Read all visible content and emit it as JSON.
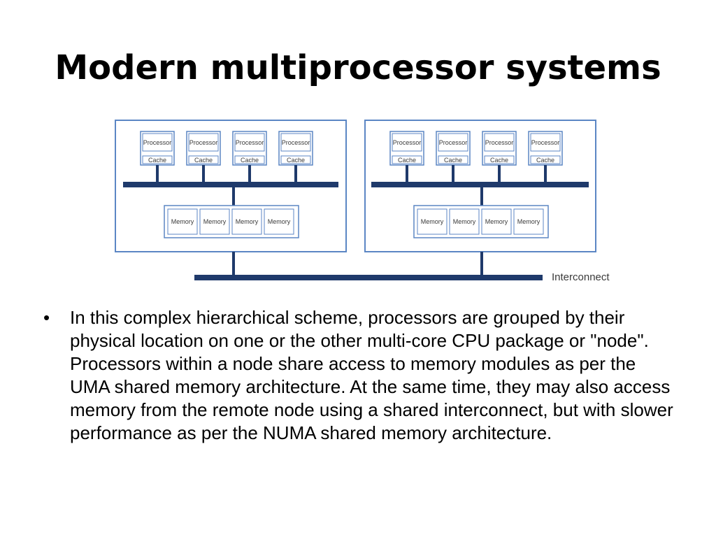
{
  "slide": {
    "title": "Modern multiprocessor systems",
    "bullets": [
      "In this complex hierarchical scheme, processors are grouped by their physical location on one or the other multi-core CPU package or \"node\". Processors within a node share access to memory modules as per the UMA shared memory architecture. At the same time, they may also access memory from the remote node using a shared interconnect, but with slower performance as per the NUMA shared memory architecture."
    ],
    "bullet_glyph": "•"
  },
  "diagram": {
    "processor_label": "Processor",
    "cache_label": "Cache",
    "memory_label": "Memory",
    "interconnect_label": "Interconnect",
    "nodes": [
      {
        "processors": 4,
        "memories": 4
      },
      {
        "processors": 4,
        "memories": 4
      }
    ],
    "colors": {
      "bus": "#1f3a6b",
      "frame": "#5b86c4",
      "box": "#5b86c4",
      "text": "#3a3a3a"
    }
  }
}
